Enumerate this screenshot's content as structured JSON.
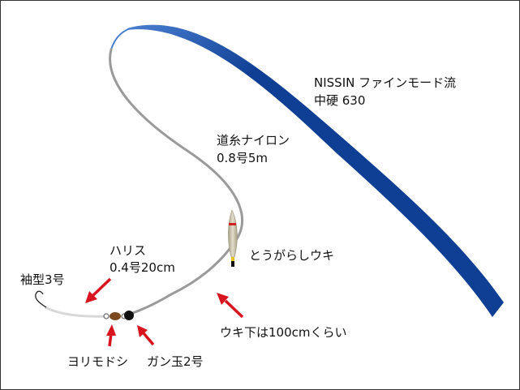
{
  "labels": {
    "rod_line1": "NISSIN ファインモード流",
    "rod_line2": "中硬 630",
    "mainline_line1": "道糸ナイロン",
    "mainline_line2": "0.8号5m",
    "float": "とうがらしウキ",
    "leader_line1": "ハリス",
    "leader_line2": "0.4号20cm",
    "hook": "袖型3号",
    "swivel": "ヨリモドシ",
    "sinker": "ガン玉2号",
    "float_depth": "ウキ下は100cmくらい"
  },
  "colors": {
    "rod": "#0f3f94",
    "rod_tip": "#4a7fd0",
    "main_line": "#9a9a9a",
    "leader": "#d8d8d8",
    "float_body": "#c8bfa6",
    "float_band": "#d32020",
    "swivel": "#7a4a1e",
    "sinker": "#111111",
    "arrow": "#d8141e"
  }
}
